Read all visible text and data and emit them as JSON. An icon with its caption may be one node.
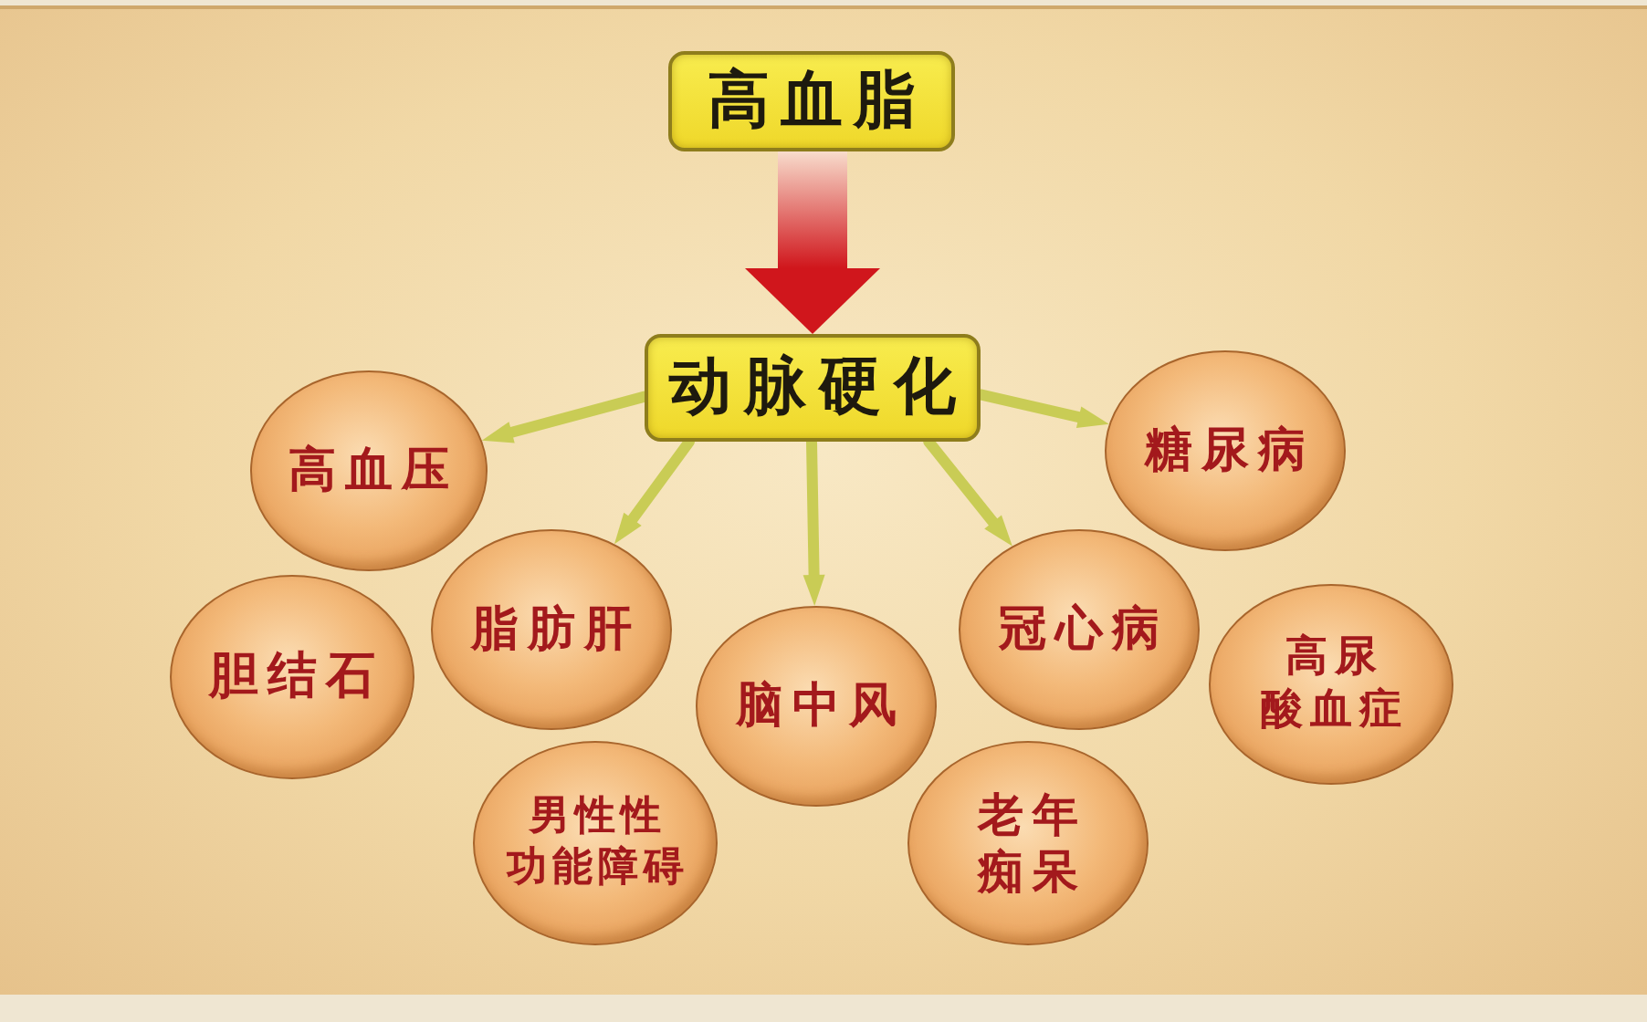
{
  "diagram": {
    "nodes": [
      {
        "text": [
          "高血脂"
        ]
      },
      {
        "text": [
          "动脉硬化"
        ]
      },
      {
        "text": [
          "高血压"
        ]
      },
      {
        "text": [
          "糖尿病"
        ]
      },
      {
        "text": [
          "胆结石"
        ]
      },
      {
        "text": [
          "脂肪肝"
        ]
      },
      {
        "text": [
          "脑中风"
        ]
      },
      {
        "text": [
          "冠心病"
        ]
      },
      {
        "text": [
          "高尿酸血症"
        ]
      },
      {
        "text": [
          "男性性功能障碍"
        ]
      },
      {
        "text": [
          "老年痴呆"
        ]
      }
    ],
    "edges": [
      {
        "from": 0,
        "to": 1,
        "arrow": "to",
        "style": "thick",
        "color": "#d0161c"
      },
      {
        "from": 1,
        "to": 2,
        "arrow": "to"
      },
      {
        "from": 1,
        "to": 5,
        "arrow": "to"
      },
      {
        "from": 1,
        "to": 6,
        "arrow": "to"
      },
      {
        "from": 1,
        "to": 7,
        "arrow": "to"
      },
      {
        "from": 1,
        "to": 3,
        "arrow": "to"
      }
    ]
  }
}
